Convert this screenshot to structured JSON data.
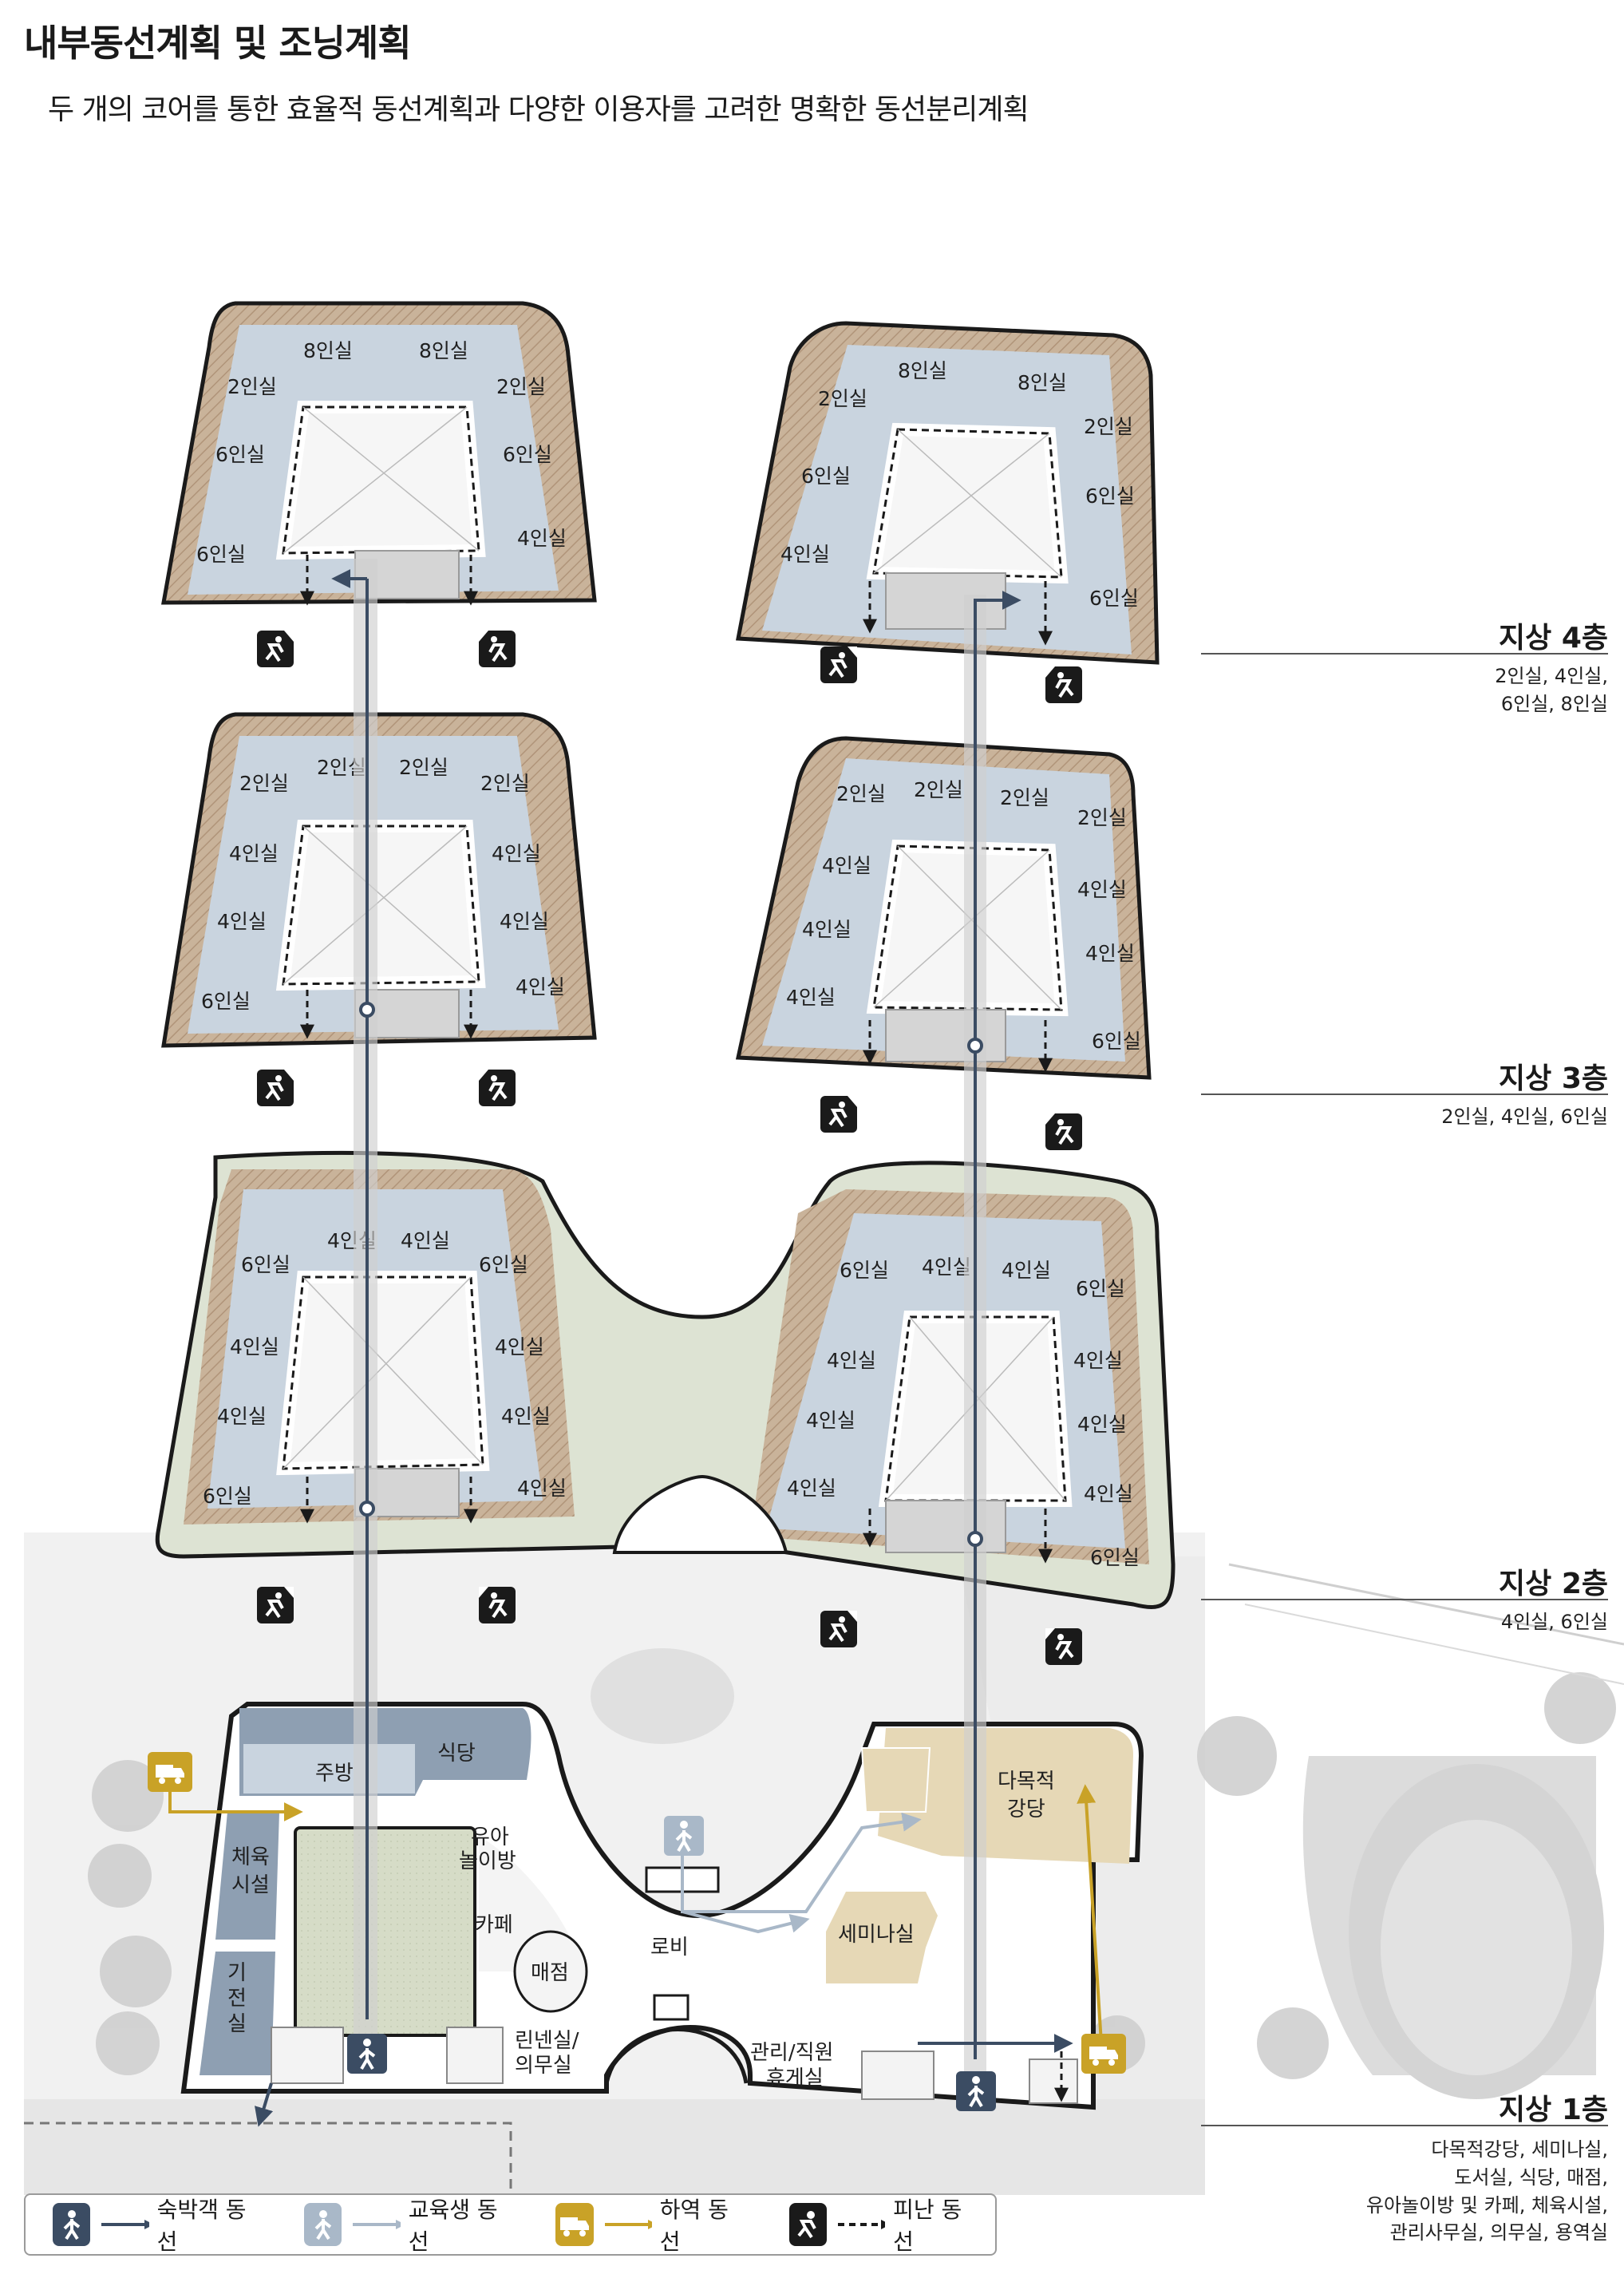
{
  "header": {
    "title": "내부동선계획 및 조닝계획",
    "subtitle": "두 개의 코어를 통한 효율적 동선계획과 다양한 이용자를 고려한 명확한 동선분리계획"
  },
  "floors": [
    {
      "name": "지상 4층",
      "description_lines": [
        "2인실, 4인실,",
        "6인실, 8인실"
      ]
    },
    {
      "name": "지상 3층",
      "description_lines": [
        "2인실, 4인실, 6인실"
      ]
    },
    {
      "name": "지상 2층",
      "description_lines": [
        "4인실, 6인실"
      ]
    },
    {
      "name": "지상 1층",
      "description_lines": [
        "다목적강당, 세미나실,",
        "도서실, 식당, 매점,",
        "유아놀이방 및 카페, 체육시설,",
        "관리사무실, 의무실, 용역실"
      ]
    }
  ],
  "floor4": {
    "left_rooms": [
      "8인실",
      "8인실",
      "2인실",
      "2인실",
      "6인실",
      "6인실",
      "6인실",
      "4인실"
    ],
    "right_rooms": [
      "8인실",
      "8인실",
      "2인실",
      "2인실",
      "6인실",
      "6인실",
      "4인실",
      "6인실"
    ]
  },
  "floor3": {
    "left_rooms": [
      "2인실",
      "2인실",
      "2인실",
      "2인실",
      "4인실",
      "4인실",
      "4인실",
      "4인실",
      "6인실",
      "4인실"
    ],
    "right_rooms": [
      "2인실",
      "2인실",
      "2인실",
      "2인실",
      "4인실",
      "4인실",
      "4인실",
      "4인실",
      "4인실",
      "6인실"
    ]
  },
  "floor2": {
    "left_rooms": [
      "4인실",
      "4인실",
      "6인실",
      "6인실",
      "4인실",
      "4인실",
      "4인실",
      "4인실",
      "6인실",
      "4인실"
    ],
    "right_rooms": [
      "4인실",
      "4인실",
      "6인실",
      "6인실",
      "4인실",
      "4인실",
      "4인실",
      "4인실",
      "4인실",
      "4인실",
      "6인실"
    ]
  },
  "floor1": {
    "rooms": [
      "식당",
      "주방",
      "체육\n시설",
      "유아\n놀이방",
      "카페",
      "매점",
      "로비",
      "다목적\n강당",
      "세미나실",
      "기\n전\n실",
      "린넨실/\n의무실",
      "관리/직원\n휴게실"
    ]
  },
  "legend": [
    {
      "label": "숙박객 동선",
      "icon": "pedestrian-icon",
      "color": "#3b4c63"
    },
    {
      "label": "교육생 동선",
      "icon": "pedestrian-icon",
      "color": "#a9b8c8"
    },
    {
      "label": "하역 동선",
      "icon": "truck-icon",
      "color": "#c9a227"
    },
    {
      "label": "피난 동선",
      "icon": "running-person-icon",
      "color": "#1a1a1a"
    }
  ],
  "colors": {
    "guest": "#3b4c63",
    "student": "#a9b8c8",
    "delivery": "#c9a227",
    "evacuation": "#1a1a1a",
    "rooms": "#c9d4df",
    "facade": "#c9b39a",
    "landscape": "#dde3d3",
    "multipurpose": "#e6d8b6"
  }
}
